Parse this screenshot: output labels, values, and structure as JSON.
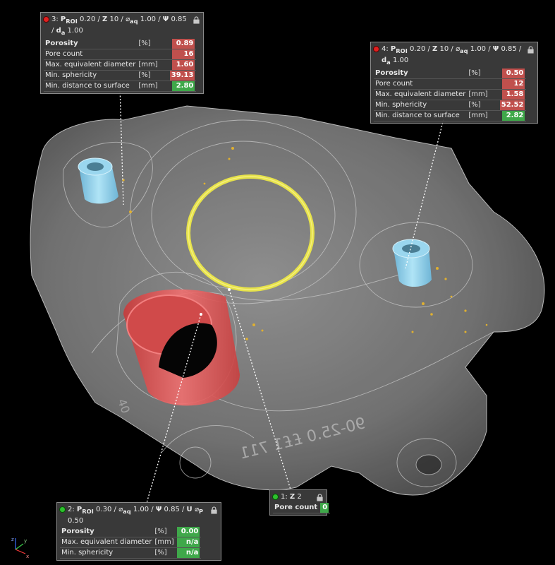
{
  "panel3": {
    "index": "3:",
    "header": {
      "p": "P",
      "p_sub": "ROI",
      "p_val": "0.20",
      "z": "Z",
      "z_val": "10",
      "d": "⌀",
      "d_sub": "aq",
      "d_val": "1.00",
      "psi": "Ψ",
      "psi_val": "0.85",
      "da": "d",
      "da_sub": "a",
      "da_val": "1.00"
    },
    "rows": [
      {
        "label": "Porosity",
        "unit": "[%]",
        "value": "0.89",
        "status": "bad"
      },
      {
        "label": "Pore count",
        "unit": "",
        "value": "16",
        "status": "bad"
      },
      {
        "label": "Max. equivalent diameter",
        "unit": "[mm]",
        "value": "1.60",
        "status": "bad"
      },
      {
        "label": "Min. sphericity",
        "unit": "[%]",
        "value": "39.13",
        "status": "bad"
      },
      {
        "label": "Min. distance to surface",
        "unit": "[mm]",
        "value": "2.80",
        "status": "good"
      }
    ]
  },
  "panel4": {
    "index": "4:",
    "header": {
      "p": "P",
      "p_sub": "ROI",
      "p_val": "0.20",
      "z": "Z",
      "z_val": "10",
      "d": "⌀",
      "d_sub": "aq",
      "d_val": "1.00",
      "psi": "Ψ",
      "psi_val": "0.85",
      "da": "d",
      "da_sub": "a",
      "da_val": "1.00"
    },
    "rows": [
      {
        "label": "Porosity",
        "unit": "[%]",
        "value": "0.50",
        "status": "bad"
      },
      {
        "label": "Pore count",
        "unit": "",
        "value": "12",
        "status": "bad"
      },
      {
        "label": "Max. equivalent diameter",
        "unit": "[mm]",
        "value": "1.58",
        "status": "bad"
      },
      {
        "label": "Min. sphericity",
        "unit": "[%]",
        "value": "52.52",
        "status": "bad"
      },
      {
        "label": "Min. distance to surface",
        "unit": "[mm]",
        "value": "2.82",
        "status": "good"
      }
    ]
  },
  "panel1": {
    "index": "1:",
    "header": {
      "z": "Z",
      "z_val": "2"
    },
    "rows": [
      {
        "label": "Pore count",
        "value": "0",
        "status": "good"
      }
    ]
  },
  "panel2": {
    "index": "2:",
    "header": {
      "p": "P",
      "p_sub": "ROI",
      "p_val": "0.30",
      "d": "⌀",
      "d_sub": "aq",
      "d_val": "1.00",
      "psi": "Ψ",
      "psi_val": "0.85",
      "u": "U",
      "dp": "⌀",
      "dp_sub": "P",
      "dp_val": "0.50"
    },
    "rows": [
      {
        "label": "Porosity",
        "unit": "[%]",
        "value": "0.00",
        "status": "good"
      },
      {
        "label": "Max. equivalent diameter",
        "unit": "[mm]",
        "value": "n/a",
        "status": "good"
      },
      {
        "label": "Min. sphericity",
        "unit": "[%]",
        "value": "n/a",
        "status": "good"
      }
    ]
  },
  "part_text": {
    "serial": "90-25.0 ££1 711",
    "side": "40"
  },
  "axes": {
    "z": "z",
    "y": "y",
    "x": "x"
  },
  "colors": {
    "bad": "#c0504d",
    "good": "#3fa84a",
    "region_red": "#e04a4a",
    "region_yellow": "#e6e24a",
    "region_blue": "#7cc8e6"
  }
}
